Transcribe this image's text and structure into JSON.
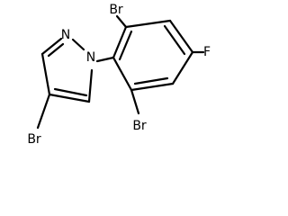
{
  "molecule": {
    "atoms": {
      "br_top": "Br",
      "f": "F",
      "n_upper": "N",
      "n_lower": "N",
      "br_right": "Br",
      "br_bottom": "Br"
    }
  }
}
